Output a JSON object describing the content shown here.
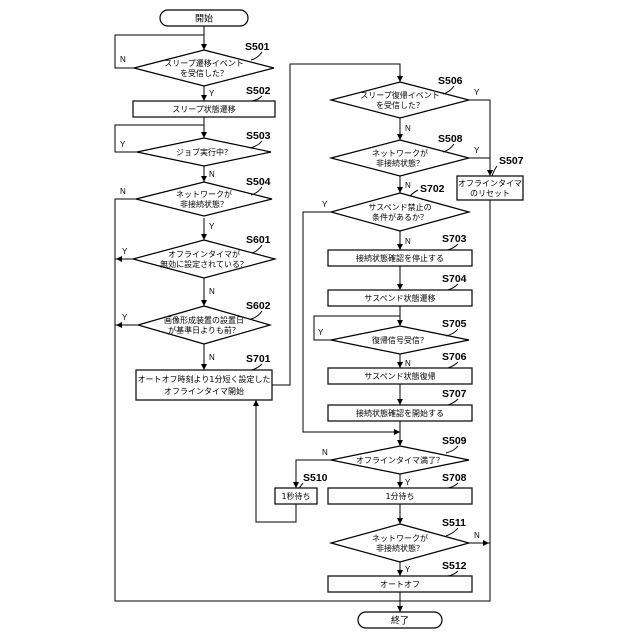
{
  "terminals": {
    "start": "開始",
    "end": "終了"
  },
  "steps": {
    "s501": {
      "id": "S501",
      "lines": [
        "スリープ遷移イベント",
        "を受信した？"
      ]
    },
    "s502": {
      "id": "S502",
      "lines": [
        "スリープ状態遷移"
      ]
    },
    "s503": {
      "id": "S503",
      "lines": [
        "ジョブ実行中？"
      ]
    },
    "s504": {
      "id": "S504",
      "lines": [
        "ネットワークが",
        "非接続状態？"
      ]
    },
    "s601": {
      "id": "S601",
      "lines": [
        "オフラインタイマが",
        "無効に設定されている？"
      ]
    },
    "s602": {
      "id": "S602",
      "lines": [
        "画像形成装置の設置日",
        "が基準日よりも前？"
      ]
    },
    "s701": {
      "id": "S701",
      "lines": [
        "オートオフ時刻より1分短く設定した",
        "オフラインタイマ開始"
      ]
    },
    "s506": {
      "id": "S506",
      "lines": [
        "スリープ復帰イベント",
        "を受信した？"
      ]
    },
    "s508": {
      "id": "S508",
      "lines": [
        "ネットワークが",
        "非接続状態？"
      ]
    },
    "s507": {
      "id": "S507",
      "lines": [
        "オフラインタイマ",
        "のリセット"
      ]
    },
    "s702": {
      "id": "S702",
      "lines": [
        "サスペンド禁止の",
        "条件があるか？"
      ]
    },
    "s703": {
      "id": "S703",
      "lines": [
        "接続状態確認を停止する"
      ]
    },
    "s704": {
      "id": "S704",
      "lines": [
        "サスペンド状態遷移"
      ]
    },
    "s705": {
      "id": "S705",
      "lines": [
        "復帰信号受信？"
      ]
    },
    "s706": {
      "id": "S706",
      "lines": [
        "サスペンド状態復帰"
      ]
    },
    "s707": {
      "id": "S707",
      "lines": [
        "接続状態確認を開始する"
      ]
    },
    "s509": {
      "id": "S509",
      "lines": [
        "オフラインタイマ満了？"
      ]
    },
    "s510": {
      "id": "S510",
      "lines": [
        "1秒待ち"
      ]
    },
    "s708": {
      "id": "S708",
      "lines": [
        "1分待ち"
      ]
    },
    "s511": {
      "id": "S511",
      "lines": [
        "ネットワークが",
        "非接続状態？"
      ]
    },
    "s512": {
      "id": "S512",
      "lines": [
        "オートオフ"
      ]
    }
  },
  "branch_labels": {
    "yes": "Y",
    "no": "N"
  }
}
